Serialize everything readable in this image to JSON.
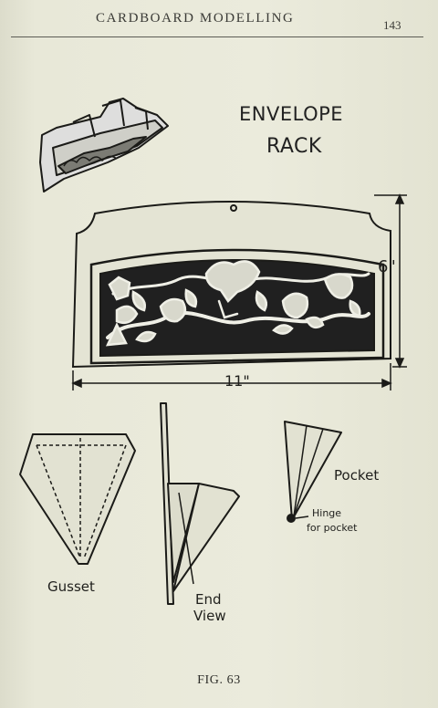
{
  "header": {
    "title": "CARDBOARD MODELLING",
    "page_number": "143"
  },
  "figure": {
    "title_line1": "ENVELOPE",
    "title_line2": "RACK",
    "height_label": "6\"",
    "width_label": "11\"",
    "labels": {
      "gusset": "Gusset",
      "end": "End",
      "view": "View",
      "pocket": "Pocket",
      "hinge": "Hinge",
      "for_pocket": "for pocket"
    }
  },
  "caption": "FIG. 63"
}
